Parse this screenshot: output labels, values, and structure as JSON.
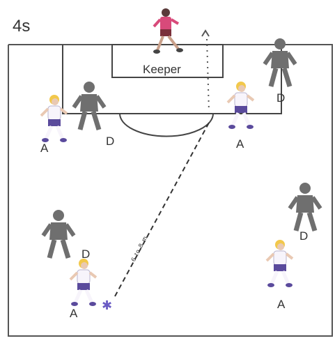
{
  "drill": {
    "title": "4s",
    "keeper_label": "Keeper",
    "distance_label": "6 to 8 m",
    "attacker_letter": "A",
    "defender_letter": "D",
    "colors": {
      "line": "#444444",
      "attacker_shirt": "#f7f4fb",
      "attacker_shorts": "#5a4a9c",
      "attacker_hair": "#f2c84b",
      "defender": "#6f6f6f",
      "keeper_shirt": "#d84a7a",
      "keeper_shorts": "#7a2f3a"
    }
  }
}
